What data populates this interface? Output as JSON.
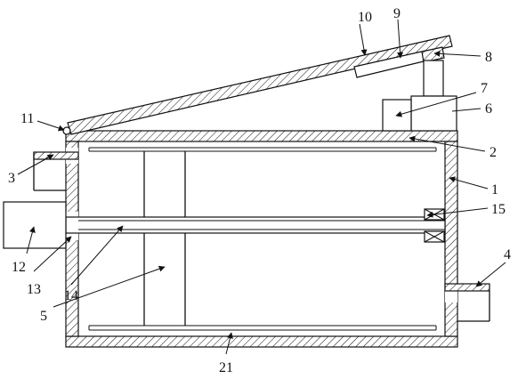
{
  "labels": {
    "l1": "1",
    "l2": "2",
    "l3": "3",
    "l4": "4",
    "l5": "5",
    "l6": "6",
    "l7": "7",
    "l8": "8",
    "l9": "9",
    "l10": "10",
    "l11": "11",
    "l12": "12",
    "l13": "13",
    "l14": "14",
    "l15": "15",
    "l21": "21"
  }
}
